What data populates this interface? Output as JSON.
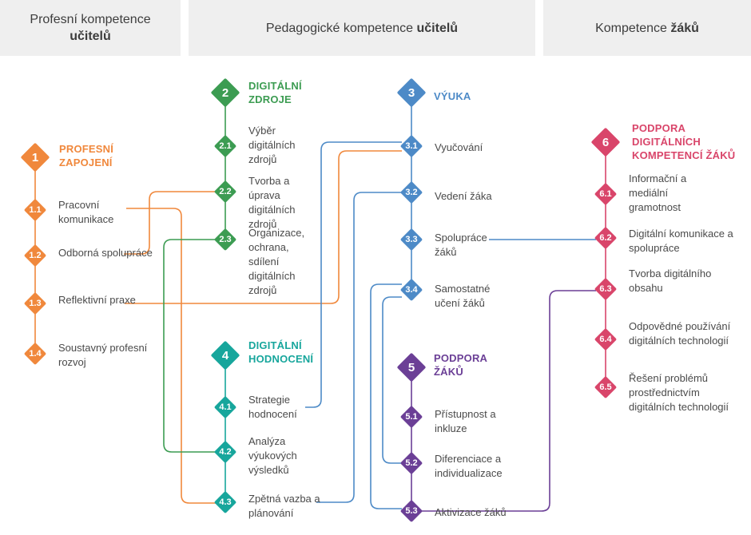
{
  "headers": {
    "professional": {
      "pre": "Profesní kompetence ",
      "bold": "učitelů"
    },
    "pedagogical": {
      "pre": "Pedagogické kompetence ",
      "bold": "učitelů"
    },
    "students": {
      "pre": "Kompetence ",
      "bold": "žáků"
    }
  },
  "colors": {
    "area1": "#f0883c",
    "area2": "#3c9c52",
    "area3": "#4d8ac7",
    "area4": "#17a69c",
    "area5": "#6b3f96",
    "area6": "#d9456a"
  },
  "areas": [
    {
      "num": "1",
      "title": "PROFESNÍ ZAPOJENÍ",
      "color_key": "area1",
      "items": [
        {
          "num": "1.1",
          "label": "Pracovní komunikace"
        },
        {
          "num": "1.2",
          "label": "Odborná spolupráce"
        },
        {
          "num": "1.3",
          "label": "Reflektivní praxe"
        },
        {
          "num": "1.4",
          "label": "Soustavný profesní rozvoj"
        }
      ]
    },
    {
      "num": "2",
      "title": "DIGITÁLNÍ ZDROJE",
      "color_key": "area2",
      "items": [
        {
          "num": "2.1",
          "label": "Výběr digitálních zdrojů"
        },
        {
          "num": "2.2",
          "label": "Tvorba a úprava digitálních zdrojů"
        },
        {
          "num": "2.3",
          "label": "Organizace, ochrana, sdílení digitálních zdrojů"
        }
      ]
    },
    {
      "num": "3",
      "title": "VÝUKA",
      "color_key": "area3",
      "items": [
        {
          "num": "3.1",
          "label": "Vyučování"
        },
        {
          "num": "3.2",
          "label": "Vedení žáka"
        },
        {
          "num": "3.3",
          "label": "Spolupráce žáků"
        },
        {
          "num": "3.4",
          "label": "Samostatné učení žáků"
        }
      ]
    },
    {
      "num": "4",
      "title": "DIGITÁLNÍ HODNOCENÍ",
      "color_key": "area4",
      "items": [
        {
          "num": "4.1",
          "label": "Strategie hodnocení"
        },
        {
          "num": "4.2",
          "label": "Analýza výukových výsledků"
        },
        {
          "num": "4.3",
          "label": "Zpětná vazba a plánování"
        }
      ]
    },
    {
      "num": "5",
      "title": "PODPORA ŽÁKŮ",
      "color_key": "area5",
      "items": [
        {
          "num": "5.1",
          "label": "Přístupnost a inkluze"
        },
        {
          "num": "5.2",
          "label": "Diferenciace a individualizace"
        },
        {
          "num": "5.3",
          "label": "Aktivizace žáků"
        }
      ]
    },
    {
      "num": "6",
      "title": "PODPORA DIGITÁLNÍCH KOMPETENCÍ ŽÁKŮ",
      "color_key": "area6",
      "items": [
        {
          "num": "6.1",
          "label": "Informační a mediální gramotnost"
        },
        {
          "num": "6.2",
          "label": "Digitální komunikace a spolupráce"
        },
        {
          "num": "6.3",
          "label": "Tvorba digitálního obsahu"
        },
        {
          "num": "6.4",
          "label": "Odpovědné používání digitálních technologií"
        },
        {
          "num": "6.5",
          "label": "Řešení problémů prostřednictvím digitálních technologií"
        }
      ]
    }
  ]
}
